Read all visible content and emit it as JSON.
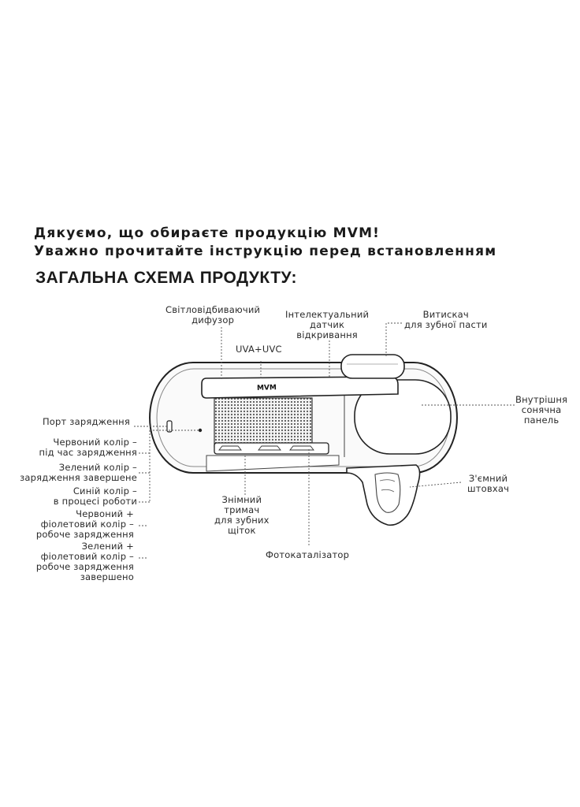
{
  "intro": {
    "line1": "Дякуємо, що обираєте продукцію MVM!",
    "line2": "Уважно прочитайте інструкцію перед встановленням"
  },
  "heading": "ЗАГАЛЬНА СХЕМА ПРОДУКТУ:",
  "product": {
    "logo_text": "MVM",
    "labels": {
      "diffuser": [
        "Світловідбиваючий",
        "дифузор"
      ],
      "uv": [
        "UVA+UVC"
      ],
      "sensor": [
        "Інтелектуальний",
        "датчик",
        "відкривання"
      ],
      "squeezer": [
        "Витискач",
        "для зубної пасти"
      ],
      "solar": [
        "Внутрішня",
        "сонячна",
        "панель"
      ],
      "charging_port": [
        "Порт зарядження"
      ],
      "led_red": [
        "Червоний колір –",
        "під час зарядження"
      ],
      "led_green": [
        "Зелений колір –",
        "зарядження завершене"
      ],
      "led_blue": [
        "Синій колір –",
        "в процесі роботи"
      ],
      "led_red_violet": [
        "Червоний +",
        "фіолетовий колір –",
        "робоче зарядження"
      ],
      "led_green_violet": [
        "Зелений +",
        "фіолетовий колір –",
        "робоче зарядження",
        "завершено"
      ],
      "holder": [
        "Знімний",
        "тримач",
        "для зубних",
        "щіток"
      ],
      "photocatalyst": [
        "Фотокаталізатор"
      ],
      "hook": [
        "З'ємний",
        "штовхач"
      ]
    }
  }
}
